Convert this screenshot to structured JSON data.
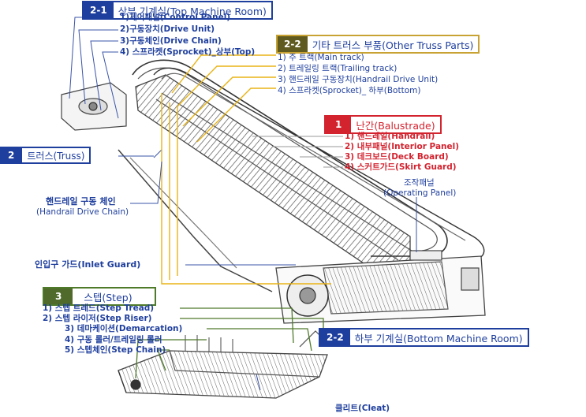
{
  "top_room": {
    "num": "2-1",
    "title": "상부 기계실(Top Machine Room)",
    "items": [
      "1)제어패널(Control Panel)",
      "2)구동장치(Drive Unit)",
      "3)구동체인(Drive Chain)",
      "4) 스프라켓(Sprocket)_상부(Top)"
    ]
  },
  "other_truss": {
    "num": "2-2",
    "title": "기타 트러스 부품(Other Truss Parts)",
    "items": [
      "1) 주 트랙(Main track)",
      "2) 트레일링 트랙(Trailing track)",
      "3) 핸드레일 구동장치(Handrail Drive Unit)",
      "4) 스프라켓(Sprocket)_ 하부(Bottom)"
    ]
  },
  "balustrade": {
    "num": "1",
    "title": "난간(Balustrade)",
    "items": [
      "1) 핸드레일(Handrail)",
      "2) 내부패널(Interior Panel)",
      "3) 데크보드(Deck Board)",
      "4) 스커트가드(Skirt Guard)"
    ]
  },
  "truss": {
    "num": "2",
    "title": "트러스(Truss)"
  },
  "handrail_chain": {
    "line1": "핸드레일 구동 체인",
    "line2": "(Handrail Drive Chain)"
  },
  "operating_panel": {
    "line1": "조작패널",
    "line2": "(Operating Panel)"
  },
  "inlet_guard": "인입구 가드(Inlet Guard)",
  "step": {
    "num": "3",
    "title": "스텝(Step)",
    "items": [
      "1) 스텝 트레드(Step Tread)",
      "2) 스텝 라이저(Step Riser)",
      "3) 데마케이션(Demarcation)",
      "4) 구동 롤러/트레일링 롤러",
      "5) 스텝체인(Step Chain)"
    ]
  },
  "bottom_room": {
    "num": "2-2",
    "title": "하부 기계실(Bottom Machine Room)"
  },
  "cleat": "클리트(Cleat)",
  "colors": {
    "blue": "#1f3f9e",
    "gold": "#e8b417",
    "red": "#d3232f",
    "green": "#4f7a2a",
    "navy_line": "#3a54a8"
  }
}
